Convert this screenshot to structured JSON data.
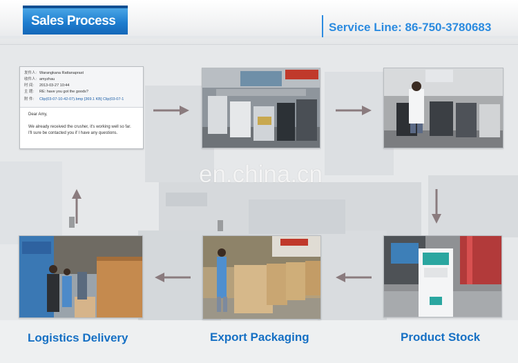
{
  "header": {
    "title": "Sales Process",
    "service_line": "Service Line: 86-750-3780683"
  },
  "watermark": "en.china.cn",
  "email": {
    "rows": [
      {
        "key": "发件人:",
        "value": "Warangkana Rattanaprast"
      },
      {
        "key": "收件人:",
        "value": "amyzhau"
      },
      {
        "key": "时   间:",
        "value": "2013-03-27 10:44"
      },
      {
        "key": "主   题:",
        "value": "RE: have you got the goods?"
      }
    ],
    "attachment_key": "附   件:",
    "attachments": "Clip(03-07-10-42-07).bmp [369.1 KB]    Clip(03-07-1",
    "greeting": "Dear Amy,",
    "line1": "We already received the crusher, it's working well so far.",
    "line2": "I'll sure be contacted you if I have any questions."
  },
  "steps": {
    "product_stock": "Product Stock",
    "export_packaging": "Export Packaging",
    "logistics_delivery": "Logistics Delivery"
  },
  "colors": {
    "accent_blue": "#2b8be0",
    "caption_blue": "#1670c4",
    "arrow": "#8a7b7e"
  }
}
